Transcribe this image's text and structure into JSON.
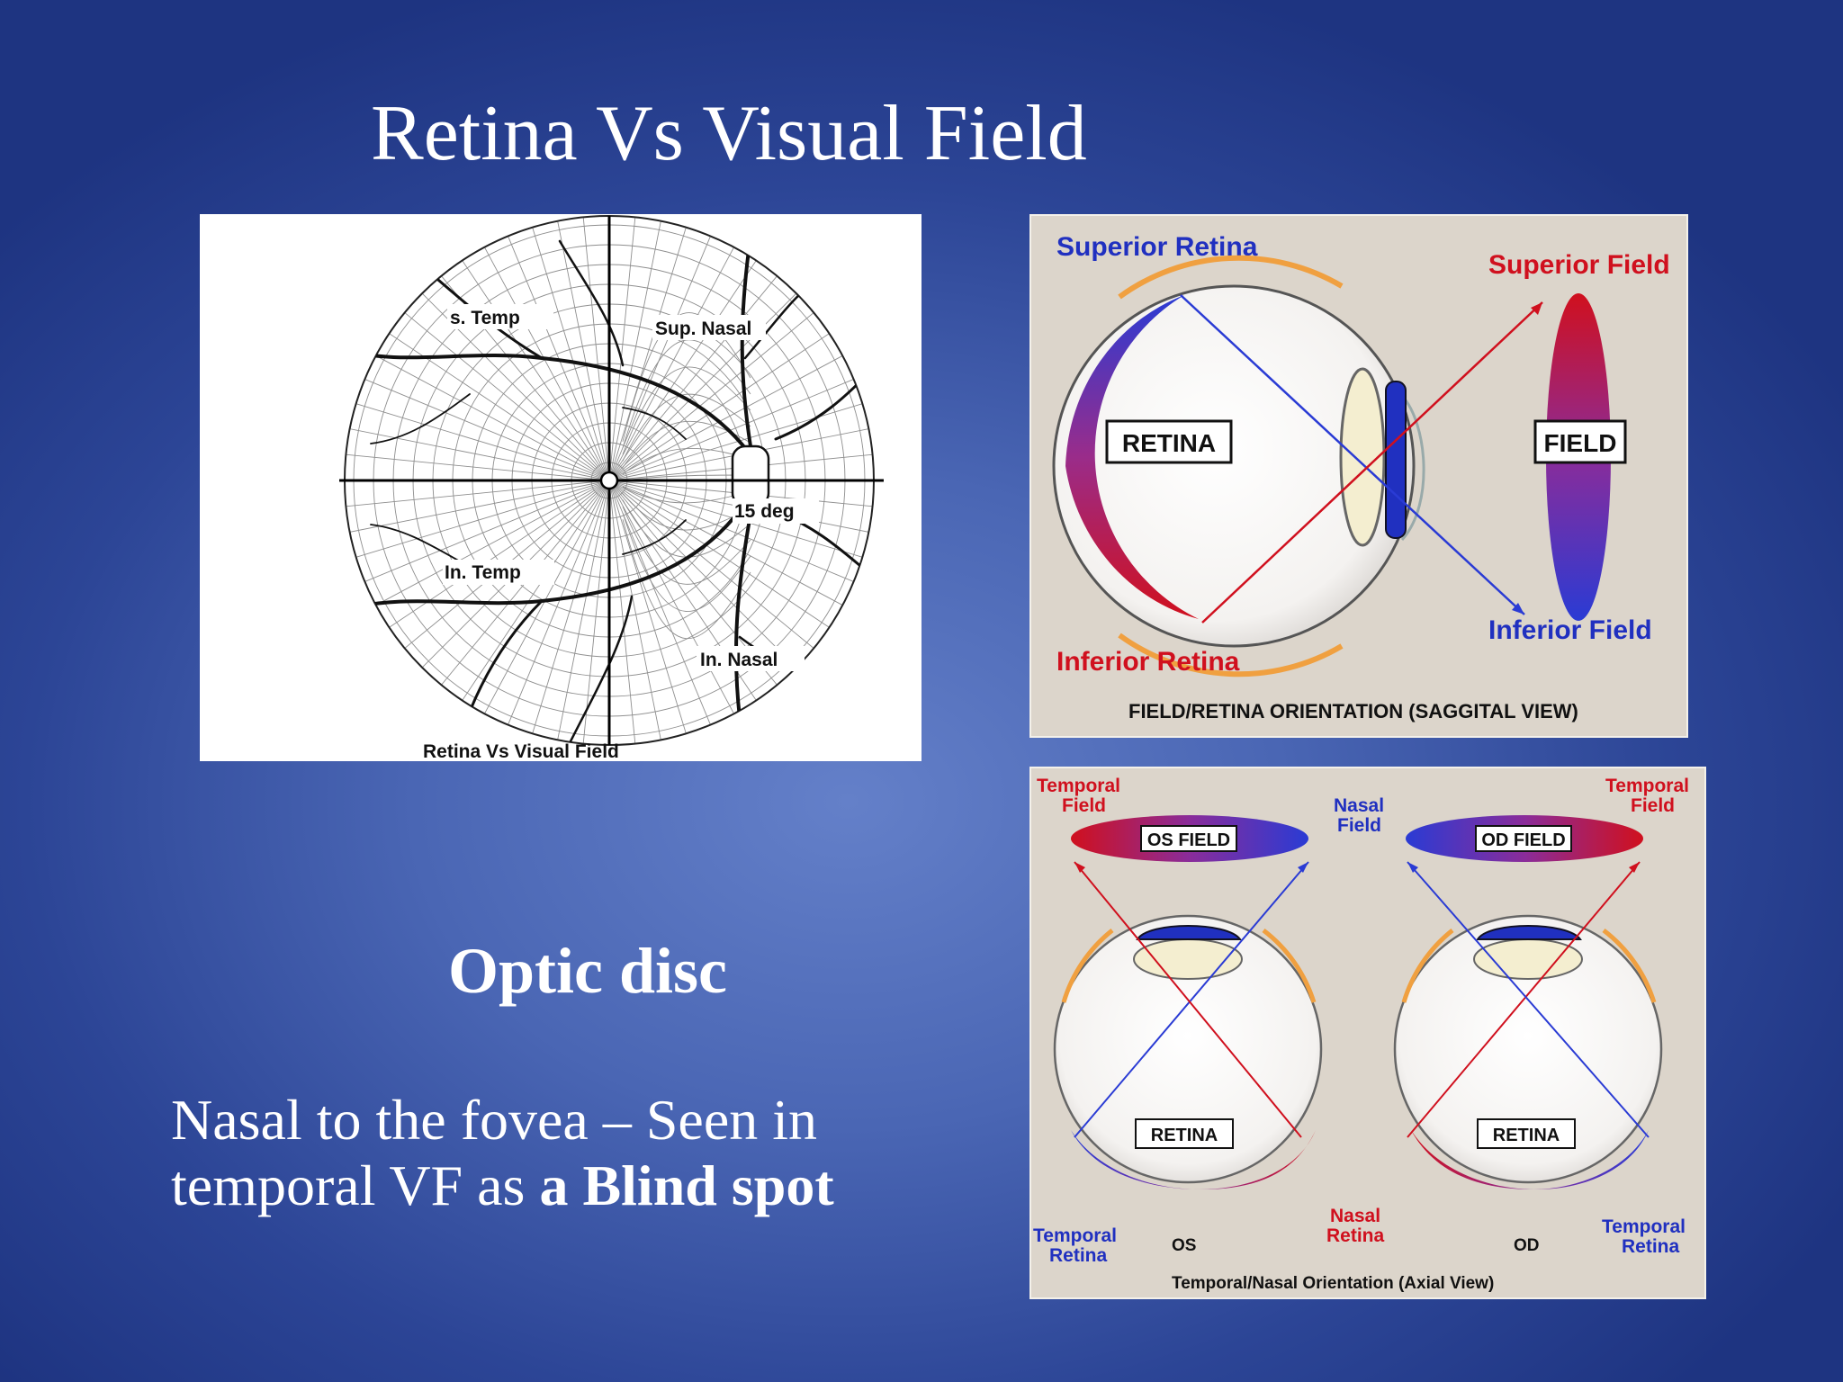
{
  "slide": {
    "title": "Retina Vs Visual Field",
    "subheading": "Optic disc",
    "body_line1": "Nasal to the fovea – Seen in",
    "body_line2_prefix": "temporal VF as ",
    "body_line2_bold": "a Blind spot"
  },
  "fundus_diagram": {
    "quadrant_superior_temporal": "s. Temp",
    "quadrant_superior_nasal": "Sup. Nasal",
    "quadrant_inferior_temporal": "In. Temp",
    "quadrant_inferior_nasal": "In. Nasal",
    "disc_offset_label": "15 deg",
    "caption": "Retina Vs Visual Field"
  },
  "sagittal_diagram": {
    "superior_retina": "Superior Retina",
    "superior_field": "Superior Field",
    "retina_box": "RETINA",
    "field_box": "FIELD",
    "inferior_field": "Inferior Field",
    "inferior_retina": "Inferior Retina",
    "caption": "FIELD/RETINA ORIENTATION (SAGGITAL VIEW)"
  },
  "axial_diagram": {
    "temporal_field_left_line1": "Temporal",
    "temporal_field_left_line2": "Field",
    "nasal_field_line1": "Nasal",
    "nasal_field_line2": "Field",
    "temporal_field_right_line1": "Temporal",
    "temporal_field_right_line2": "Field",
    "os_field": "OS FIELD",
    "od_field": "OD FIELD",
    "retina_left": "RETINA",
    "retina_right": "RETINA",
    "temporal_retina_left_line1": "Temporal",
    "temporal_retina_left_line2": "Retina",
    "nasal_retina_line1": "Nasal",
    "nasal_retina_line2": "Retina",
    "temporal_retina_right_line1": "Temporal",
    "temporal_retina_right_line2": "Retina",
    "os_label": "OS",
    "od_label": "OD",
    "caption": "Temporal/Nasal Orientation (Axial View)"
  },
  "colors": {
    "background": "#3d5aa8",
    "red": "#d0101e",
    "blue": "#2a3bd4",
    "panel_beige": "#dcd5cb",
    "orange": "#f0a040"
  }
}
